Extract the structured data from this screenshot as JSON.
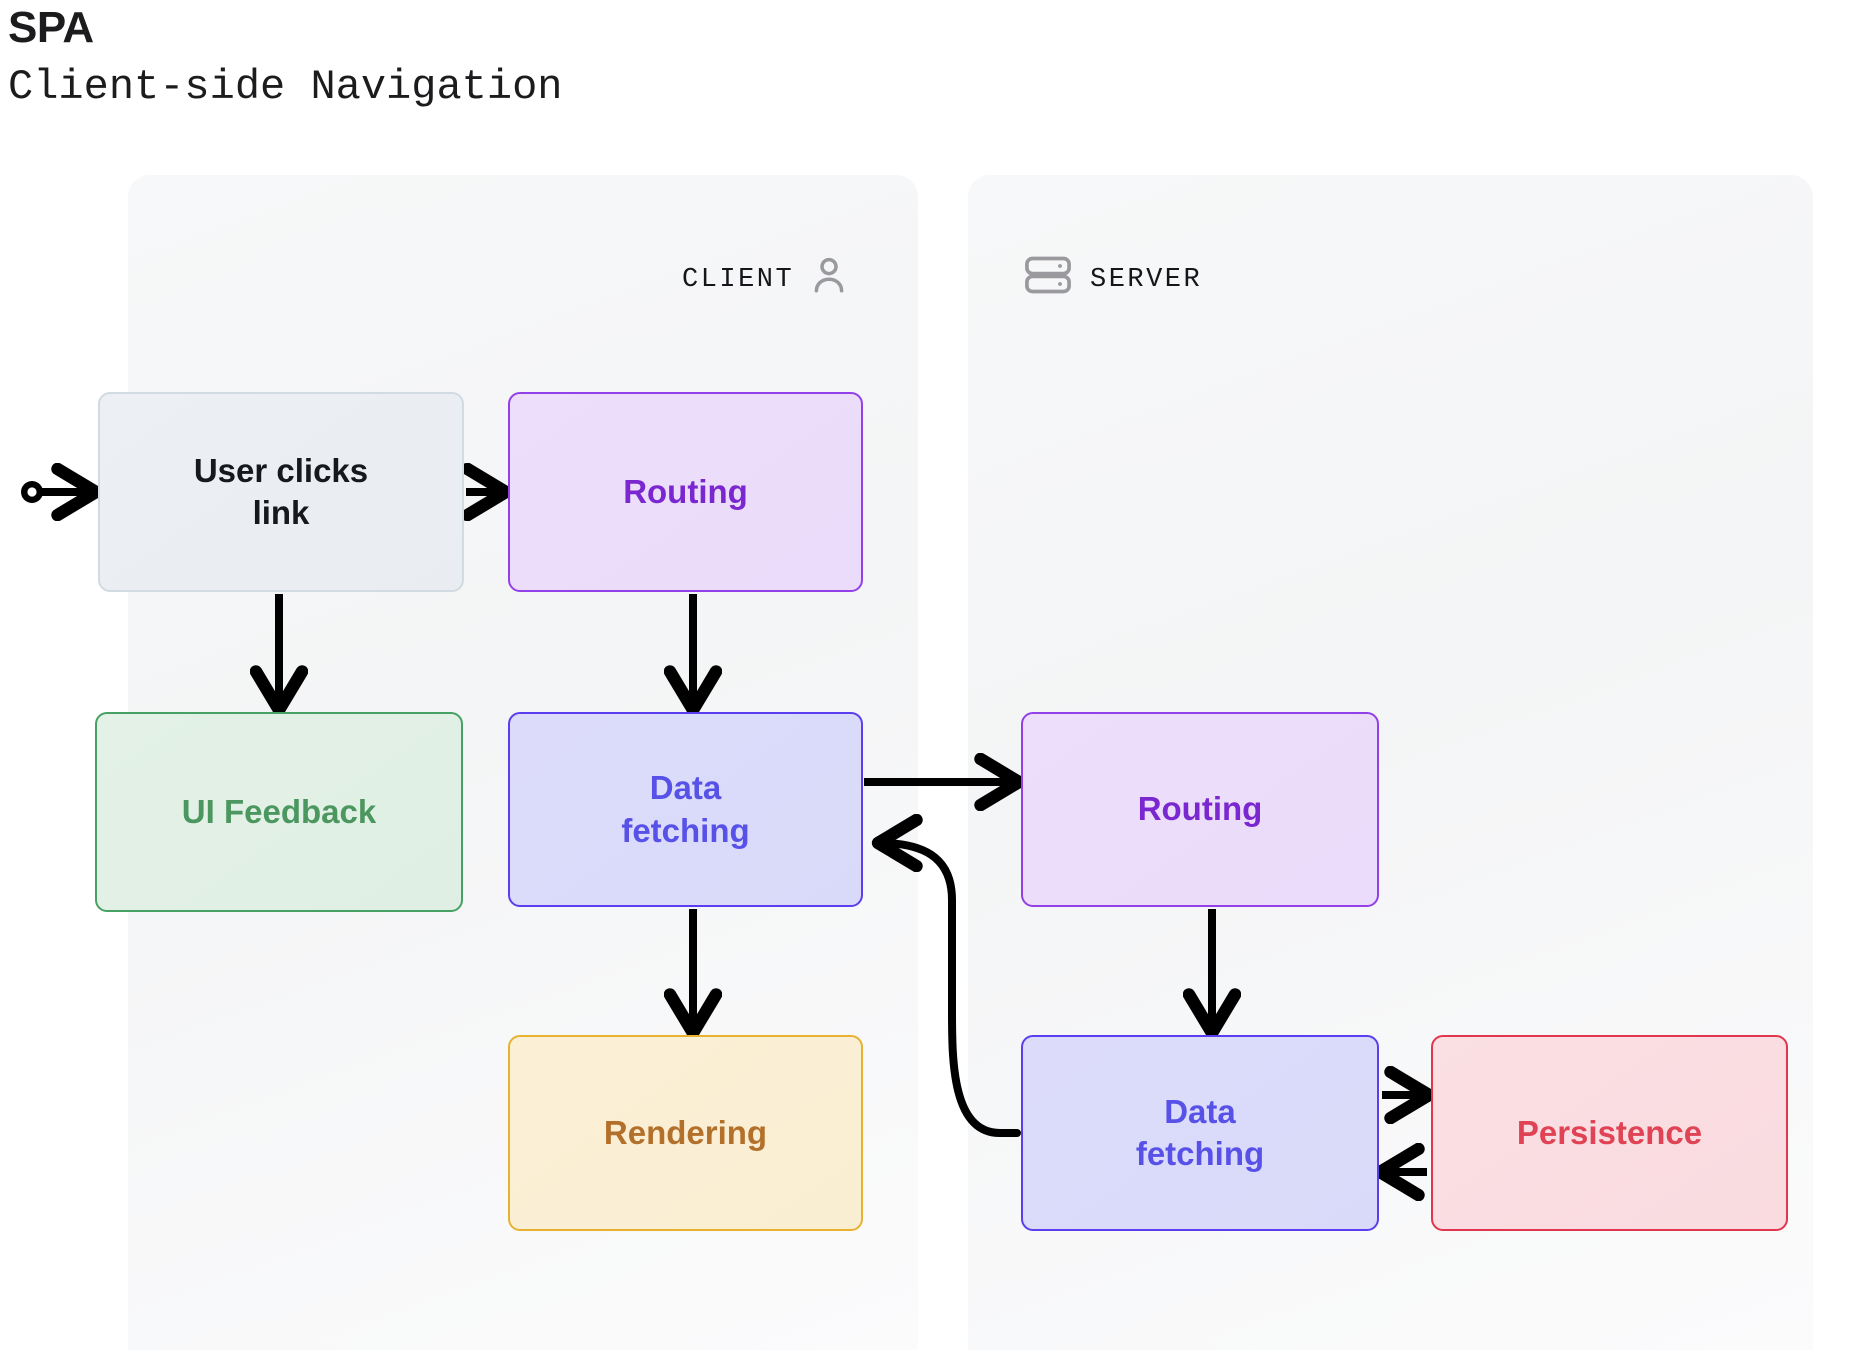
{
  "header": {
    "title": "SPA",
    "subtitle": "Client-side Navigation"
  },
  "lanes": [
    {
      "id": "client",
      "label": "CLIENT",
      "icon": "user-icon",
      "icon_side": "right"
    },
    {
      "id": "server",
      "label": "SERVER",
      "icon": "server-icon",
      "icon_side": "left"
    }
  ],
  "nodes": [
    {
      "id": "user-clicks-link",
      "lane": "client",
      "label": "User clicks\nlink",
      "line1": "User clicks",
      "line2": "link",
      "color": "gray",
      "accent": "#d2dae2"
    },
    {
      "id": "client-routing",
      "lane": "client",
      "label": "Routing",
      "color": "purple",
      "accent": "#9340e8"
    },
    {
      "id": "ui-feedback",
      "lane": "client",
      "label": "UI Feedback",
      "color": "green",
      "accent": "#46a163"
    },
    {
      "id": "client-data-fetching",
      "lane": "client",
      "label": "Data\nfetching",
      "line1": "Data",
      "line2": "fetching",
      "color": "indigo",
      "accent": "#5a3ef0"
    },
    {
      "id": "rendering",
      "lane": "client",
      "label": "Rendering",
      "color": "amber",
      "accent": "#e8b230"
    },
    {
      "id": "server-routing",
      "lane": "server",
      "label": "Routing",
      "color": "purple",
      "accent": "#9340e8"
    },
    {
      "id": "server-data-fetching",
      "lane": "server",
      "label": "Data\nfetching",
      "line1": "Data",
      "line2": "fetching",
      "color": "indigo",
      "accent": "#5a3ef0"
    },
    {
      "id": "persistence",
      "lane": "server",
      "label": "Persistence",
      "color": "red",
      "accent": "#e0364e"
    }
  ],
  "edges": [
    {
      "id": "start-to-user-clicks",
      "from": "start-marker",
      "to": "user-clicks-link",
      "kind": "start"
    },
    {
      "id": "user-clicks-to-client-routing",
      "from": "user-clicks-link",
      "to": "client-routing",
      "kind": "straight"
    },
    {
      "id": "user-clicks-to-ui-feedback",
      "from": "user-clicks-link",
      "to": "ui-feedback",
      "kind": "straight"
    },
    {
      "id": "client-routing-to-client-data",
      "from": "client-routing",
      "to": "client-data-fetching",
      "kind": "straight"
    },
    {
      "id": "client-data-to-rendering",
      "from": "client-data-fetching",
      "to": "rendering",
      "kind": "straight"
    },
    {
      "id": "client-data-to-server-routing",
      "from": "client-data-fetching",
      "to": "server-routing",
      "kind": "straight"
    },
    {
      "id": "server-routing-to-server-data",
      "from": "server-routing",
      "to": "server-data-fetching",
      "kind": "straight"
    },
    {
      "id": "server-data-to-client-data",
      "from": "server-data-fetching",
      "to": "client-data-fetching",
      "kind": "curved"
    },
    {
      "id": "server-data-to-persistence",
      "from": "server-data-fetching",
      "to": "persistence",
      "kind": "straight"
    },
    {
      "id": "persistence-to-server-data",
      "from": "persistence",
      "to": "server-data-fetching",
      "kind": "straight"
    }
  ],
  "colors": {
    "background": "#ffffff",
    "lane_fill": "#f6f7f8",
    "edge": "#000000",
    "text": "#1c1c1e",
    "lane_icon": "#9a9a9e"
  }
}
